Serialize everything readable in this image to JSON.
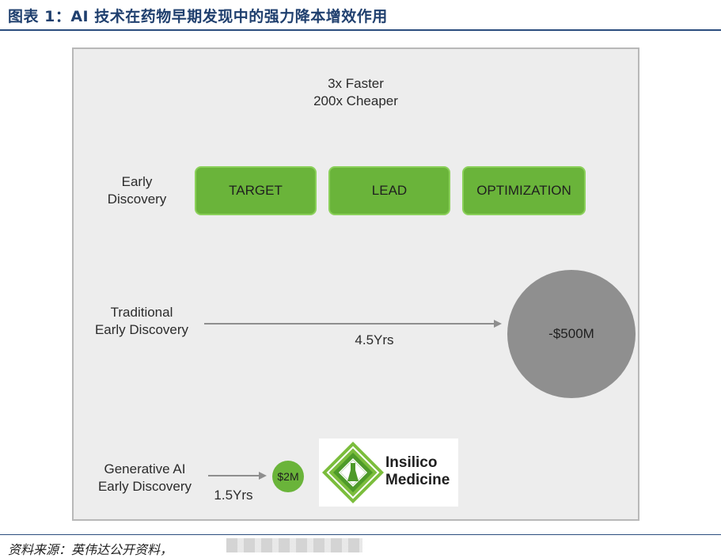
{
  "header": {
    "title": "图表 1：AI 技术在药物早期发现中的强力降本增效作用"
  },
  "headline": {
    "line1": "3x Faster",
    "line2": "200x Cheaper"
  },
  "rows": {
    "early": {
      "label_line1": "Early",
      "label_line2": "Discovery"
    },
    "traditional": {
      "label_line1": "Traditional",
      "label_line2": "Early Discovery",
      "duration": "4.5Yrs",
      "cost": "-$500M"
    },
    "generative": {
      "label_line1": "Generative AI",
      "label_line2": "Early Discovery",
      "duration": "1.5Yrs",
      "cost": "$2M"
    }
  },
  "stages": [
    "TARGET",
    "LEAD",
    "OPTIMIZATION"
  ],
  "logo": {
    "line1": "Insilico",
    "line2": "Medicine"
  },
  "footer": {
    "source": "资料来源：英伟达公开资料，"
  },
  "colors": {
    "stage_green": "#6ab43a",
    "traditional_circle": "#8f8f8f",
    "title_blue": "#1f3f6e"
  }
}
